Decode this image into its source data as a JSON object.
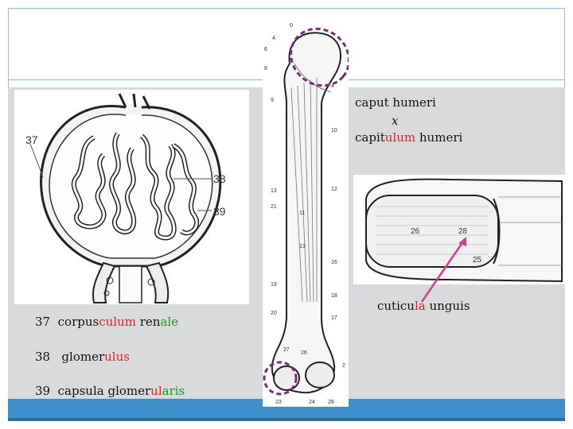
{
  "slide": {
    "colors": {
      "footer": "#3f8fcb",
      "content_bg": "#d9dadc",
      "highlight": "#7a2a7a",
      "arrow": "#d63b8f",
      "red": "#e02020",
      "green": "#1a9a1a"
    }
  },
  "kidney_figure": {
    "labels": {
      "a": "37",
      "b": "38",
      "c": "39"
    }
  },
  "legend": {
    "item37": {
      "num": "37",
      "p1": "corpus",
      "p2": "culum",
      "p3": " ren",
      "p4": "ale"
    },
    "item38": {
      "num": "38",
      "p1": "glomer",
      "p2": "ulus"
    },
    "item39": {
      "num": "39",
      "p1": "capsula glomer",
      "p2": "ul",
      "p3": "aris"
    }
  },
  "humerus_labels": {
    "n0": "0",
    "n4a": "4",
    "n6": "6",
    "n8": "8",
    "n4b": "4",
    "n9": "9",
    "n10": "10",
    "n12": "12",
    "n13": "13",
    "n21": "21",
    "n11": "11",
    "n13c": "13",
    "n16": "16",
    "n19": "19",
    "n18": "18",
    "n20": "20",
    "n17": "17",
    "n27": "27",
    "n26": "26",
    "n23": "23",
    "n24": "24",
    "n28": "28",
    "n2": "2"
  },
  "comparison": {
    "caput": "caput humeri",
    "x": "x",
    "capitulum_p1": "capit",
    "capitulum_p2": "ulum",
    "capitulum_p3": " humeri"
  },
  "nail_figure": {
    "labels": {
      "a": "26",
      "b": "28",
      "c": "25"
    }
  },
  "cuticula": {
    "p1": "cuticu",
    "p2": "la",
    "p3": " unguis"
  }
}
